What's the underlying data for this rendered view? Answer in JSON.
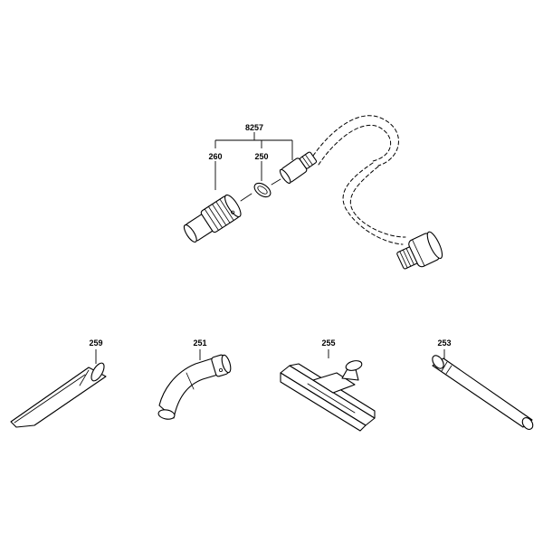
{
  "callouts": {
    "kit": "8257",
    "adapter": "260",
    "ring": "250",
    "crevice_nozzle": "259",
    "bent_tube": "251",
    "floor_nozzle": "255",
    "extension_tube": "253"
  }
}
